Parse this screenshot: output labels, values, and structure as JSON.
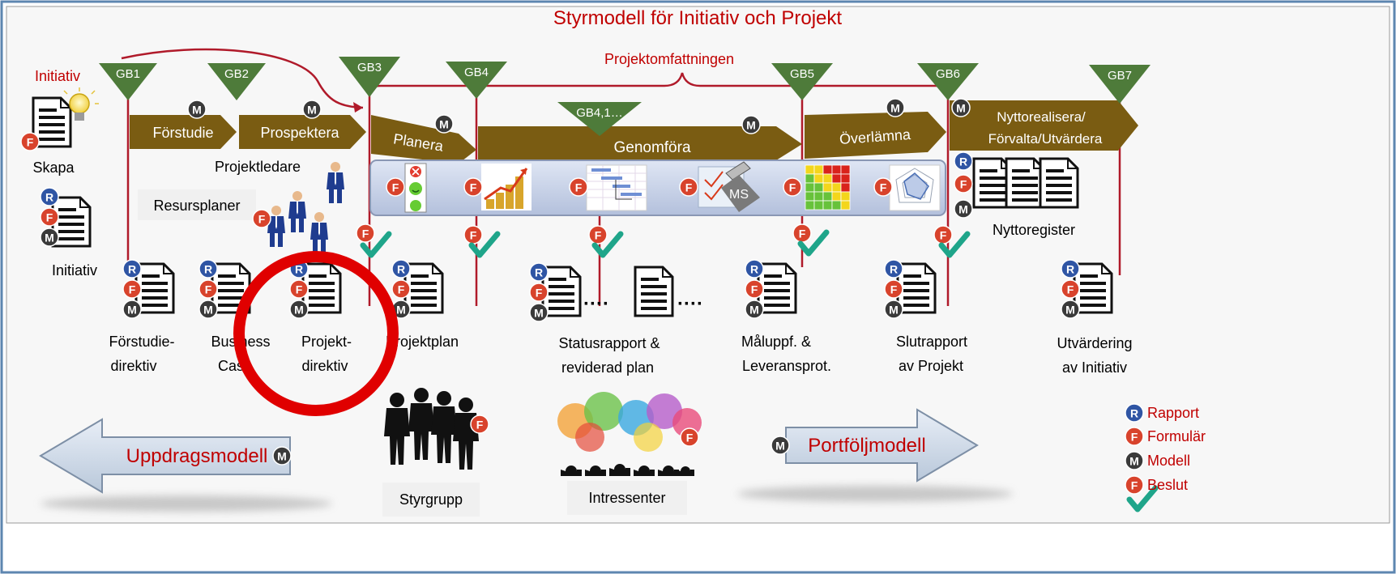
{
  "title": "Styrmodell för Initiativ och Projekt",
  "scope_label": "Projektomfattningen",
  "initiative_label": "Initiativ",
  "gates": [
    "GB1",
    "GB2",
    "GB3",
    "GB4",
    "GB5",
    "GB6",
    "GB7"
  ],
  "mid_gate": "GB4,1…",
  "phases": [
    "Förstudie",
    "Prospektera",
    "Planera",
    "Genomföra",
    "Överlämna",
    "Nyttorealisera/",
    "Förvalta/Utvärdera"
  ],
  "ms_label": "MS",
  "labels": {
    "skapa": "Skapa",
    "initiativ_doc": "Initiativ",
    "projektledare": "Projektledare",
    "resursplaner": "Resursplaner",
    "nyttoregister": "Nyttoregister",
    "styrgrupp": "Styrgrupp",
    "intressenter": "Intressenter"
  },
  "documents": [
    {
      "line1": "Förstudie-",
      "line2": "direktiv"
    },
    {
      "line1": "Business",
      "line2": "Case"
    },
    {
      "line1": "Projekt-",
      "line2": "direktiv"
    },
    {
      "line1": "Projektplan",
      "line2": ""
    },
    {
      "line1": "Statusrapport &",
      "line2": "reviderad plan"
    },
    {
      "line1": "Måluppf. &",
      "line2": "Leveransprot."
    },
    {
      "line1": "Slutrapport",
      "line2": "av Projekt"
    },
    {
      "line1": "Utvärdering",
      "line2": "av Initiativ"
    }
  ],
  "models": {
    "uppdrag": "Uppdragsmodell",
    "portfolj": "Portföljmodell"
  },
  "badges": {
    "r": "R",
    "f": "F",
    "m": "M"
  },
  "legend": [
    {
      "badge": "R",
      "label": "Rapport"
    },
    {
      "badge": "F",
      "label": "Formulär"
    },
    {
      "badge": "M",
      "label": "Modell"
    },
    {
      "badge": "F",
      "label": "Beslut"
    }
  ],
  "colors": {
    "title": "#c00000",
    "gate_fill": "#4e7b3a",
    "gate_text": "#ffffff",
    "phase_fill": "#7a5c12",
    "line": "#b01a2a",
    "badge_r": "#2f55a4",
    "badge_f": "#d8432c",
    "badge_m": "#3a3a3a",
    "check": "#1fa58a",
    "highlight": "#e00000",
    "panel": "#c7d1e8",
    "border": "#5d86b0"
  }
}
